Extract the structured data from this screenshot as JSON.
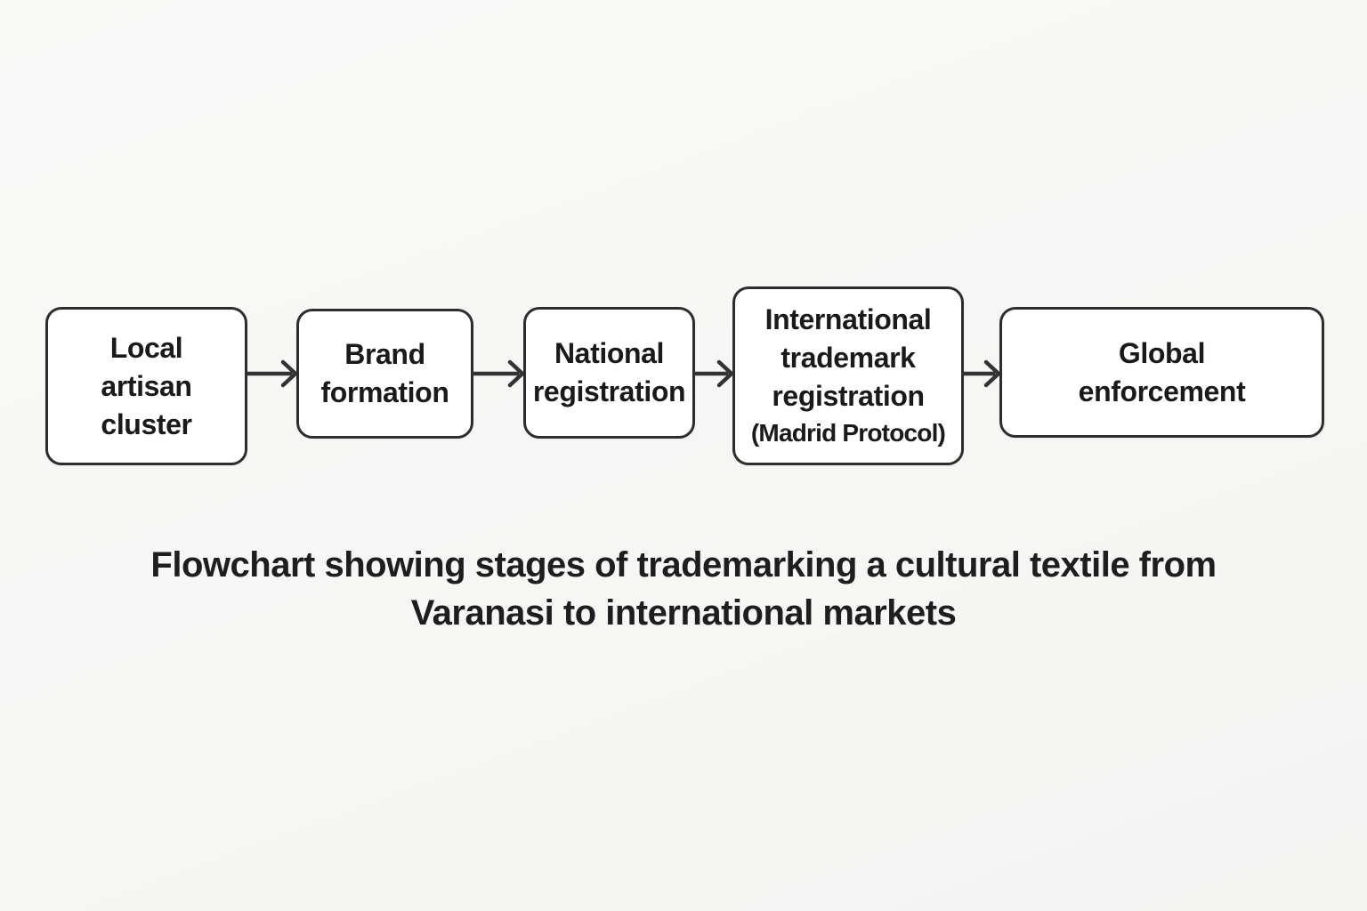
{
  "flowchart": {
    "nodes": [
      {
        "id": "local-artisan-cluster",
        "lines": [
          "Local",
          "artisan",
          "cluster"
        ]
      },
      {
        "id": "brand-formation",
        "lines": [
          "Brand",
          "formation"
        ]
      },
      {
        "id": "national-registration",
        "lines": [
          "National",
          "registration"
        ]
      },
      {
        "id": "international-trademark-registration",
        "lines": [
          "International",
          "trademark",
          "registration"
        ],
        "sublabel": "(Madrid Protocol)"
      },
      {
        "id": "global-enforcement",
        "lines": [
          "Global",
          "enforcement"
        ]
      }
    ],
    "connections": [
      "local-artisan-cluster -> brand-formation",
      "brand-formation -> national-registration",
      "national-registration -> international-trademark-registration",
      "international-trademark-registration -> global-enforcement"
    ]
  },
  "caption": {
    "text": "Flowchart showing stages of trademarking a cultural textile from Varanasi to international markets"
  },
  "colors": {
    "background": "#f6f6f5",
    "box_fill": "#ffffff",
    "box_border": "#2d2d2d",
    "text": "#1a1a1a",
    "arrow": "#333333"
  }
}
